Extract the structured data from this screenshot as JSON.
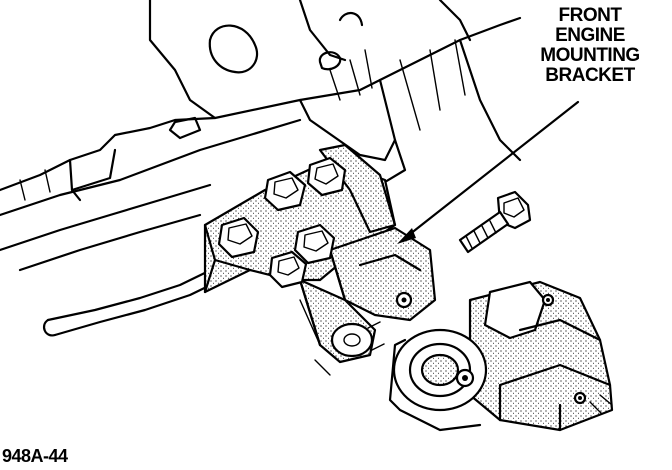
{
  "callout": {
    "lines": [
      "FRONT",
      "ENGINE",
      "MOUNTING",
      "BRACKET"
    ]
  },
  "figure_id": "948A-44"
}
